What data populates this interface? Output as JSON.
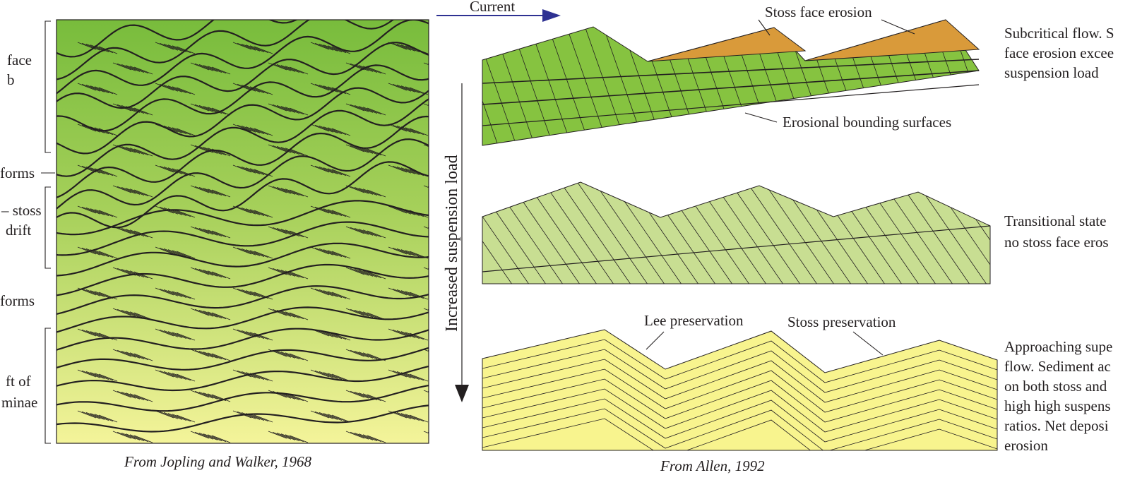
{
  "left_panel": {
    "labels": {
      "stoss_erosion": [
        "face",
        "b"
      ],
      "bedforms_a": "forms",
      "stoss_drift": [
        "– stoss",
        "drift"
      ],
      "bedforms_b": "forms",
      "drift_laminae": [
        "ft of",
        "minae"
      ]
    },
    "caption": "From Jopling and Walker, 1968"
  },
  "arrows": {
    "current": "Current",
    "suspension": "Increased suspension load"
  },
  "right_panel": {
    "top": {
      "callout_stoss": "Stoss face erosion",
      "callout_surfaces": "Erosional bounding surfaces",
      "description": [
        "Subcritical flow. S",
        "face erosion excee",
        "suspension load"
      ]
    },
    "middle": {
      "description": [
        "Transitional state",
        "no stoss face eros"
      ]
    },
    "bottom": {
      "callout_lee": "Lee preservation",
      "callout_stoss": "Stoss preservation",
      "description": [
        "Approaching supe",
        "flow. Sediment ac",
        "on both stoss and",
        "high high suspens",
        "ratios. Net deposi",
        "erosion"
      ]
    },
    "caption": "From Allen, 1992"
  },
  "colors": {
    "green_dark": "#78bc3c",
    "green_mid": "#a6d05a",
    "yellow": "#f4f49a",
    "orange": "#d99a3a",
    "middle_panel": "#c8de92",
    "bottom_panel": "#f8f48e",
    "arrow_blue": "#2e3192"
  }
}
